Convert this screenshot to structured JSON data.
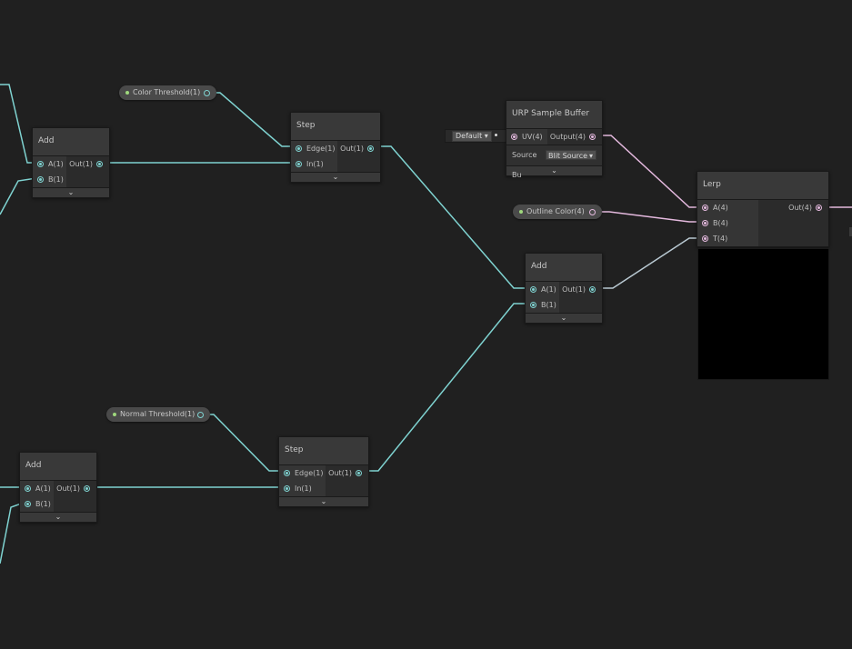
{
  "colors": {
    "background": "#202020",
    "float_wire": "#7fd3d1",
    "vector4_wire": "#e4b9de",
    "property_dot": "#9fd87d"
  },
  "properties": {
    "color_threshold": "Color Threshold(1)",
    "normal_threshold": "Normal Threshold(1)",
    "outline_color": "Outline Color(4)"
  },
  "nodes": {
    "add_top": {
      "title": "Add",
      "in_a": "A(1)",
      "in_b": "B(1)",
      "out": "Out(1)"
    },
    "add_bottom": {
      "title": "Add",
      "in_a": "A(1)",
      "in_b": "B(1)",
      "out": "Out(1)"
    },
    "step_top": {
      "title": "Step",
      "in_edge": "Edge(1)",
      "in_in": "In(1)",
      "out": "Out(1)"
    },
    "step_bottom": {
      "title": "Step",
      "in_edge": "Edge(1)",
      "in_in": "In(1)",
      "out": "Out(1)"
    },
    "add_mid": {
      "title": "Add",
      "in_a": "A(1)",
      "in_b": "B(1)",
      "out": "Out(1)"
    },
    "urp_sample_buffer": {
      "title": "URP Sample Buffer",
      "in_uv": "UV(4)",
      "out": "Output(4)",
      "default_uv": "Default",
      "source_buffer_label": "Source Bu",
      "source_buffer_value": "Blit Source"
    },
    "lerp": {
      "title": "Lerp",
      "in_a": "A(4)",
      "in_b": "B(4)",
      "in_t": "T(4)",
      "out": "Out(4)"
    }
  },
  "icons": {
    "collapse": "chevron-down-icon",
    "dropdown": "dropdown-arrow-icon"
  }
}
